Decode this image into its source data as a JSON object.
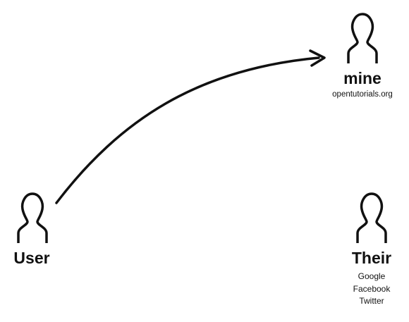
{
  "nodes": {
    "mine": {
      "icon": "person-icon",
      "title": "mine",
      "subtitle": "opentutorials.org"
    },
    "user": {
      "icon": "person-icon",
      "title": "User"
    },
    "their": {
      "icon": "person-icon",
      "title": "Their",
      "items": [
        "Google",
        "Facebook",
        "Twitter"
      ]
    }
  },
  "edges": [
    {
      "from": "user",
      "to": "mine",
      "style": "curved-arrow"
    }
  ],
  "colors": {
    "stroke": "#111111",
    "background": "#ffffff"
  }
}
